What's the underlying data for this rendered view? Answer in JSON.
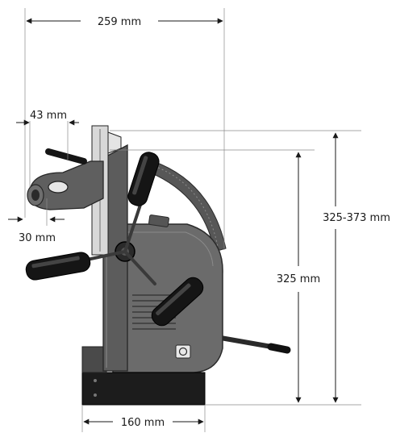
{
  "dimensions": {
    "overall_width": "259 mm",
    "arm_offset": "43 mm",
    "arm_diameter": "30 mm",
    "base_width": "160 mm",
    "min_height": "325 mm",
    "height_range": "325-373 mm"
  },
  "colors": {
    "body": "#6b6b6b",
    "base": "#1c1c1c",
    "handle": "#151515",
    "line": "#1a1a1a"
  }
}
